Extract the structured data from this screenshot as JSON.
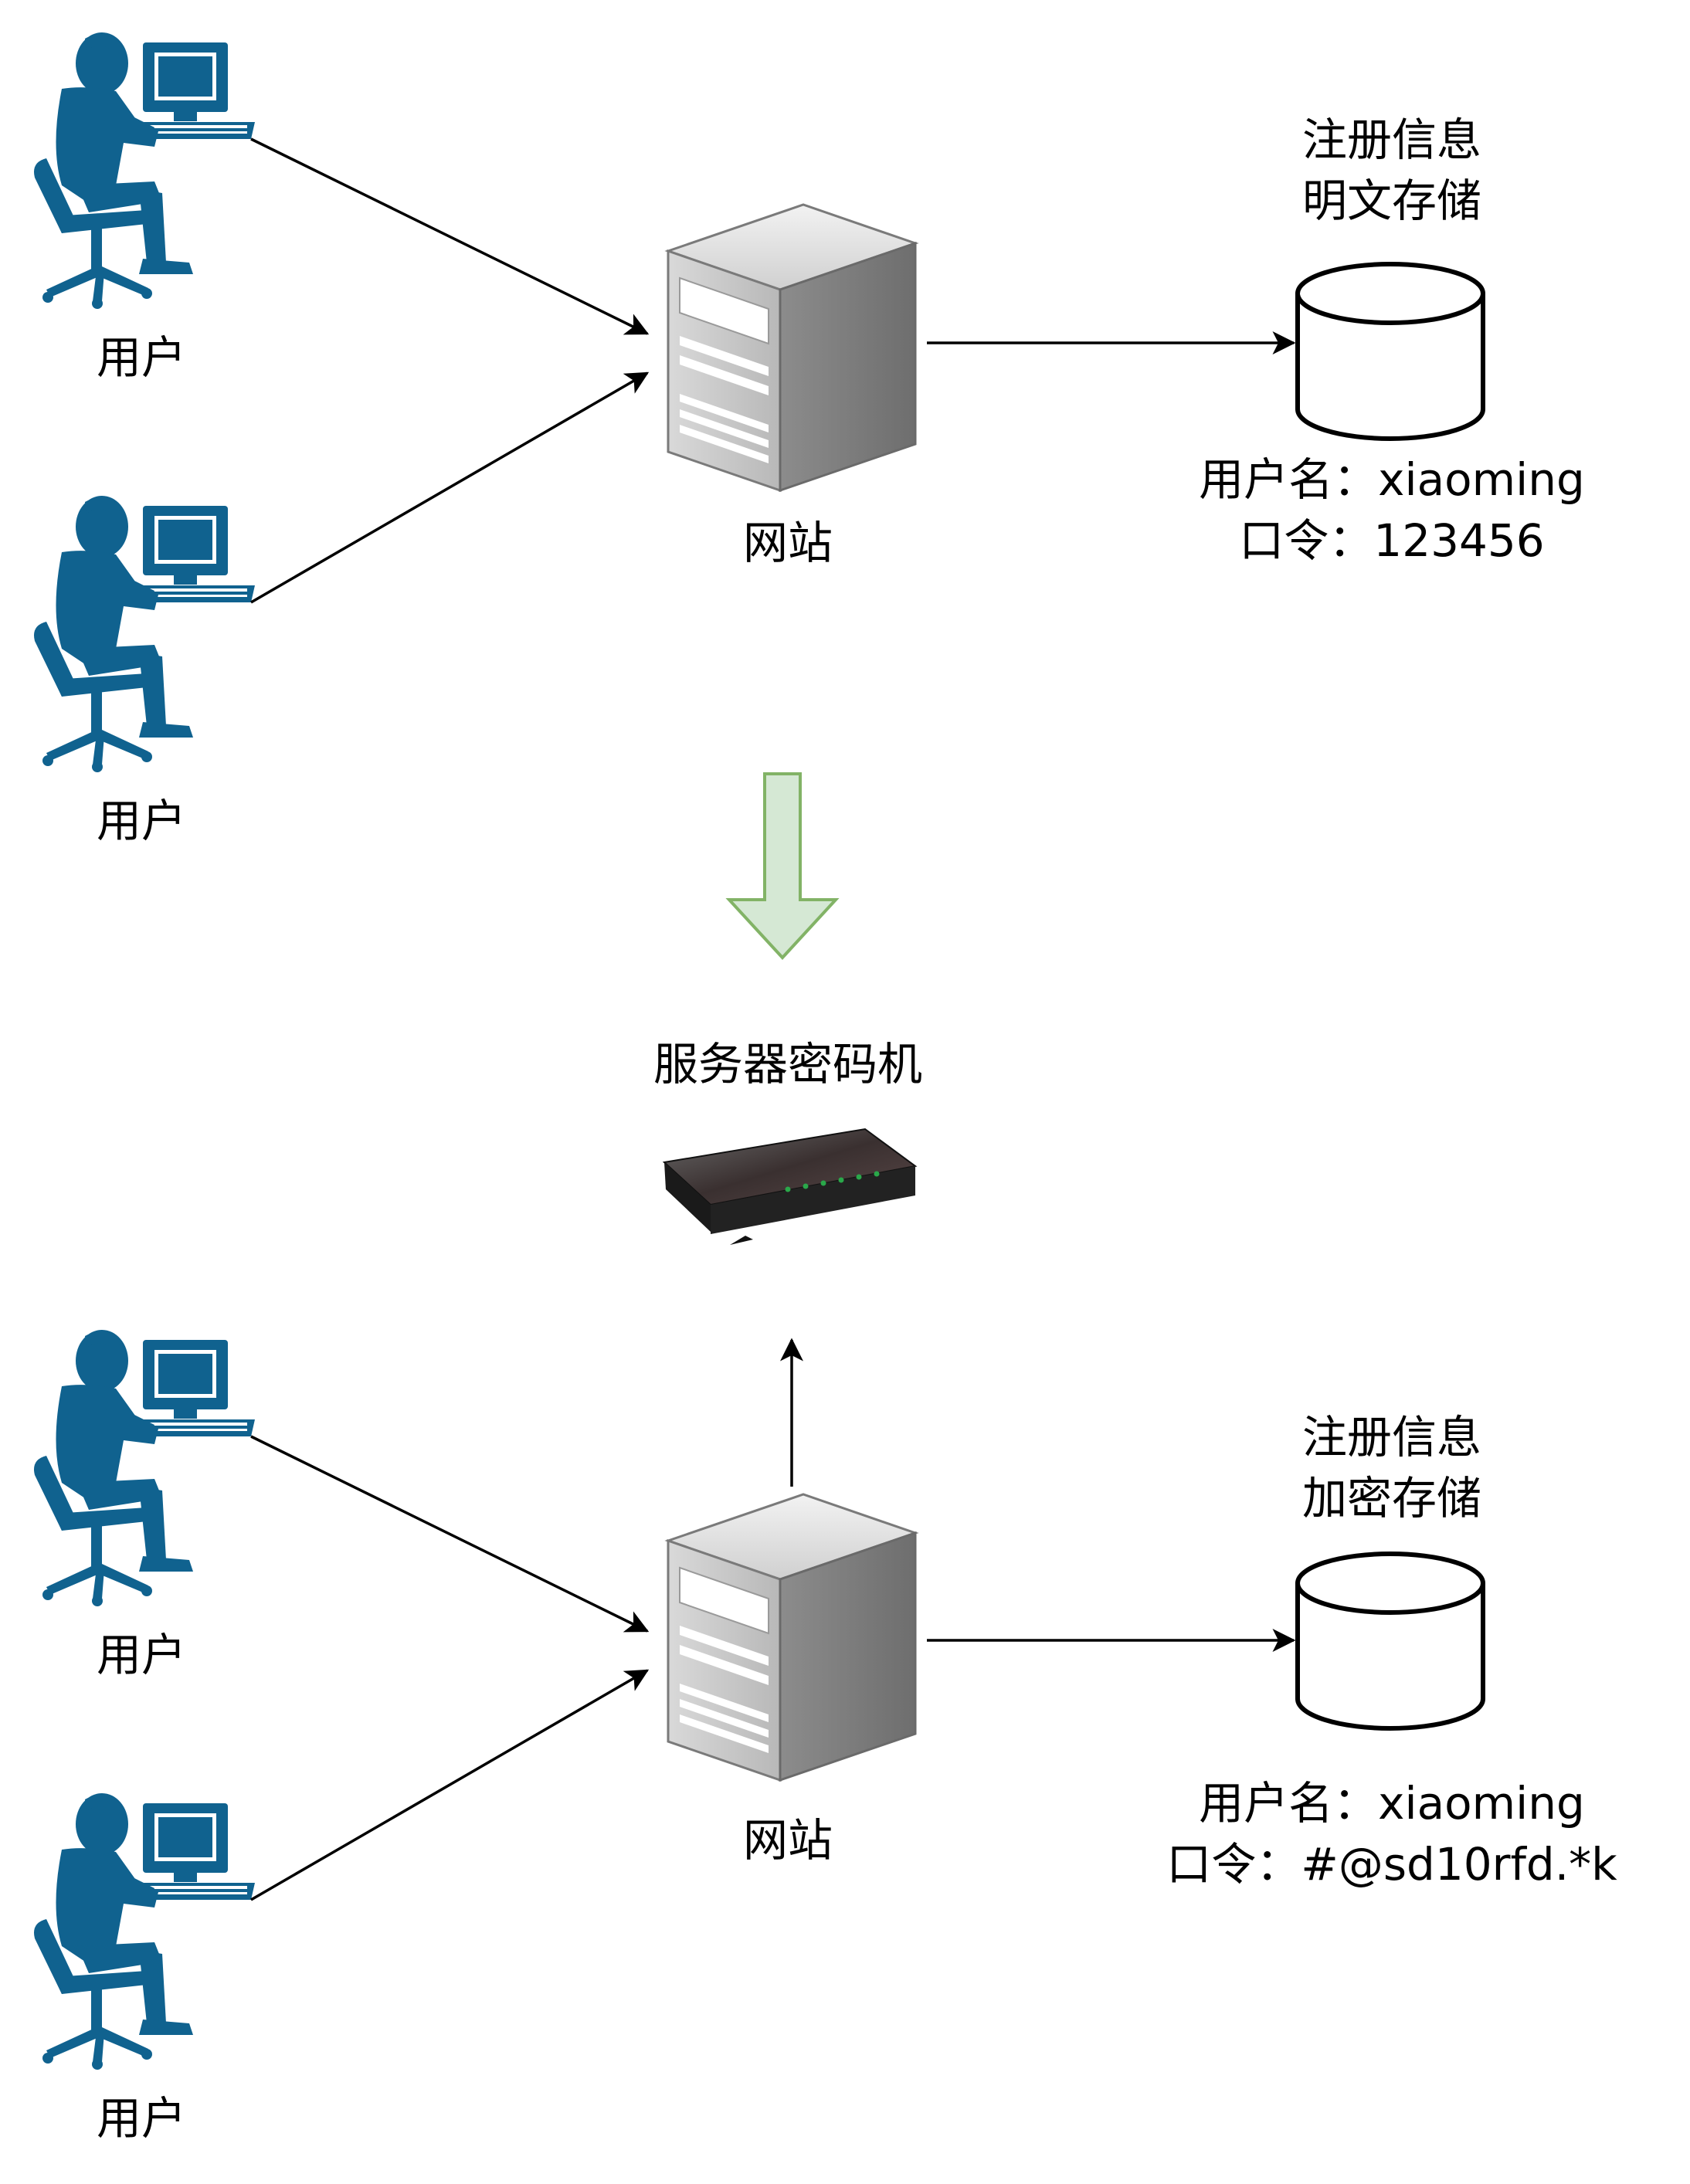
{
  "top_section": {
    "user_labels": [
      "用户",
      "用户"
    ],
    "server_label": "网站",
    "storage_title_line1": "注册信息",
    "storage_title_line2": "明文存储",
    "record_username": "用户名：xiaoming",
    "record_password": "口令：123456"
  },
  "middle": {
    "hsm_label": "服务器密码机"
  },
  "bottom_section": {
    "user_labels": [
      "用户",
      "用户"
    ],
    "server_label": "网站",
    "storage_title_line1": "注册信息",
    "storage_title_line2": "加密存储",
    "record_username": "用户名：xiaoming",
    "record_password": "口令：#@sd10rfd.*k"
  },
  "colors": {
    "user_icon": "#10628f",
    "arrow": "#000000",
    "transition_arrow_fill": "#d5e8d4",
    "transition_arrow_stroke": "#82b366"
  },
  "icons": [
    "user-at-computer-icon",
    "server-tower-icon",
    "database-cylinder-icon",
    "hardware-security-module-icon"
  ]
}
